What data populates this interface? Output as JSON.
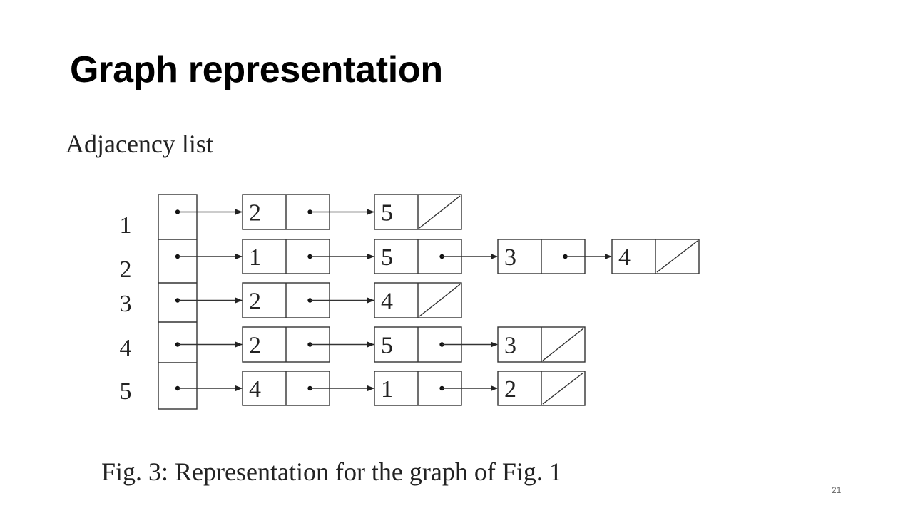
{
  "slide": {
    "title": "Graph representation",
    "subtitle": "Adjacency list",
    "caption": "Fig. 3: Representation for the graph of Fig. 1",
    "page_number": "21"
  },
  "adjacency": [
    {
      "vertex": "1",
      "neighbors": [
        "2",
        "5"
      ]
    },
    {
      "vertex": "2",
      "neighbors": [
        "1",
        "5",
        "3",
        "4"
      ]
    },
    {
      "vertex": "3",
      "neighbors": [
        "2",
        "4"
      ]
    },
    {
      "vertex": "4",
      "neighbors": [
        "2",
        "5",
        "3"
      ]
    },
    {
      "vertex": "5",
      "neighbors": [
        "4",
        "1",
        "2"
      ]
    }
  ]
}
